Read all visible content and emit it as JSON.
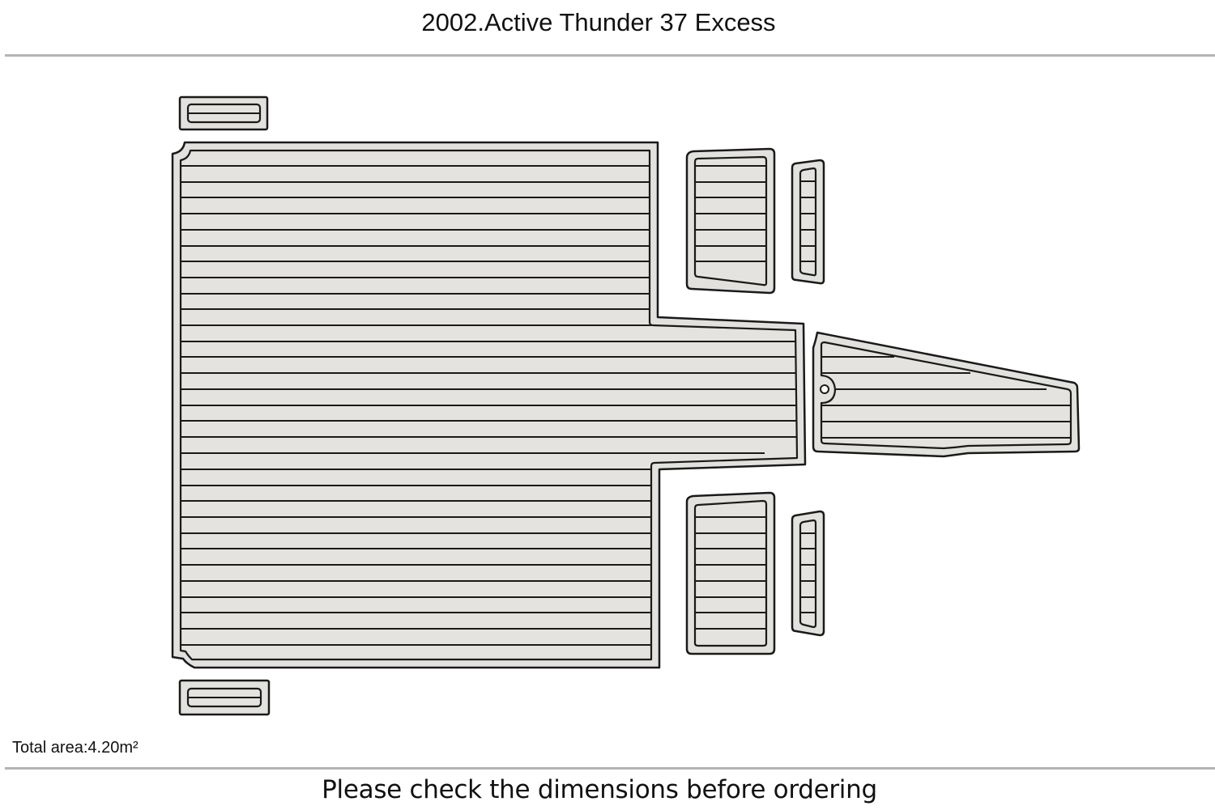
{
  "header": {
    "title": "2002.Active Thunder 37 Excess"
  },
  "info": {
    "total_area": "Total area:4.20m²"
  },
  "footer": {
    "notice": "Please check the dimensions before ordering"
  },
  "colors": {
    "pad_fill": "#e2e1de",
    "outline": "#1a1a1a",
    "rule": "#b4b4b4",
    "background": "#ffffff"
  },
  "diagram": {
    "pieces": [
      {
        "id": "top-left-step-pad",
        "grooves": 1
      },
      {
        "id": "main-cockpit-floor-pad",
        "grooves": 31
      },
      {
        "id": "upper-left-side-pad",
        "grooves": 7
      },
      {
        "id": "upper-right-narrow-pad",
        "grooves": 6
      },
      {
        "id": "bow-tapered-pad",
        "grooves": 5,
        "has_hole": true
      },
      {
        "id": "lower-left-side-pad",
        "grooves": 8
      },
      {
        "id": "lower-right-narrow-pad",
        "grooves": 6
      },
      {
        "id": "bottom-left-step-pad",
        "grooves": 1
      }
    ]
  }
}
